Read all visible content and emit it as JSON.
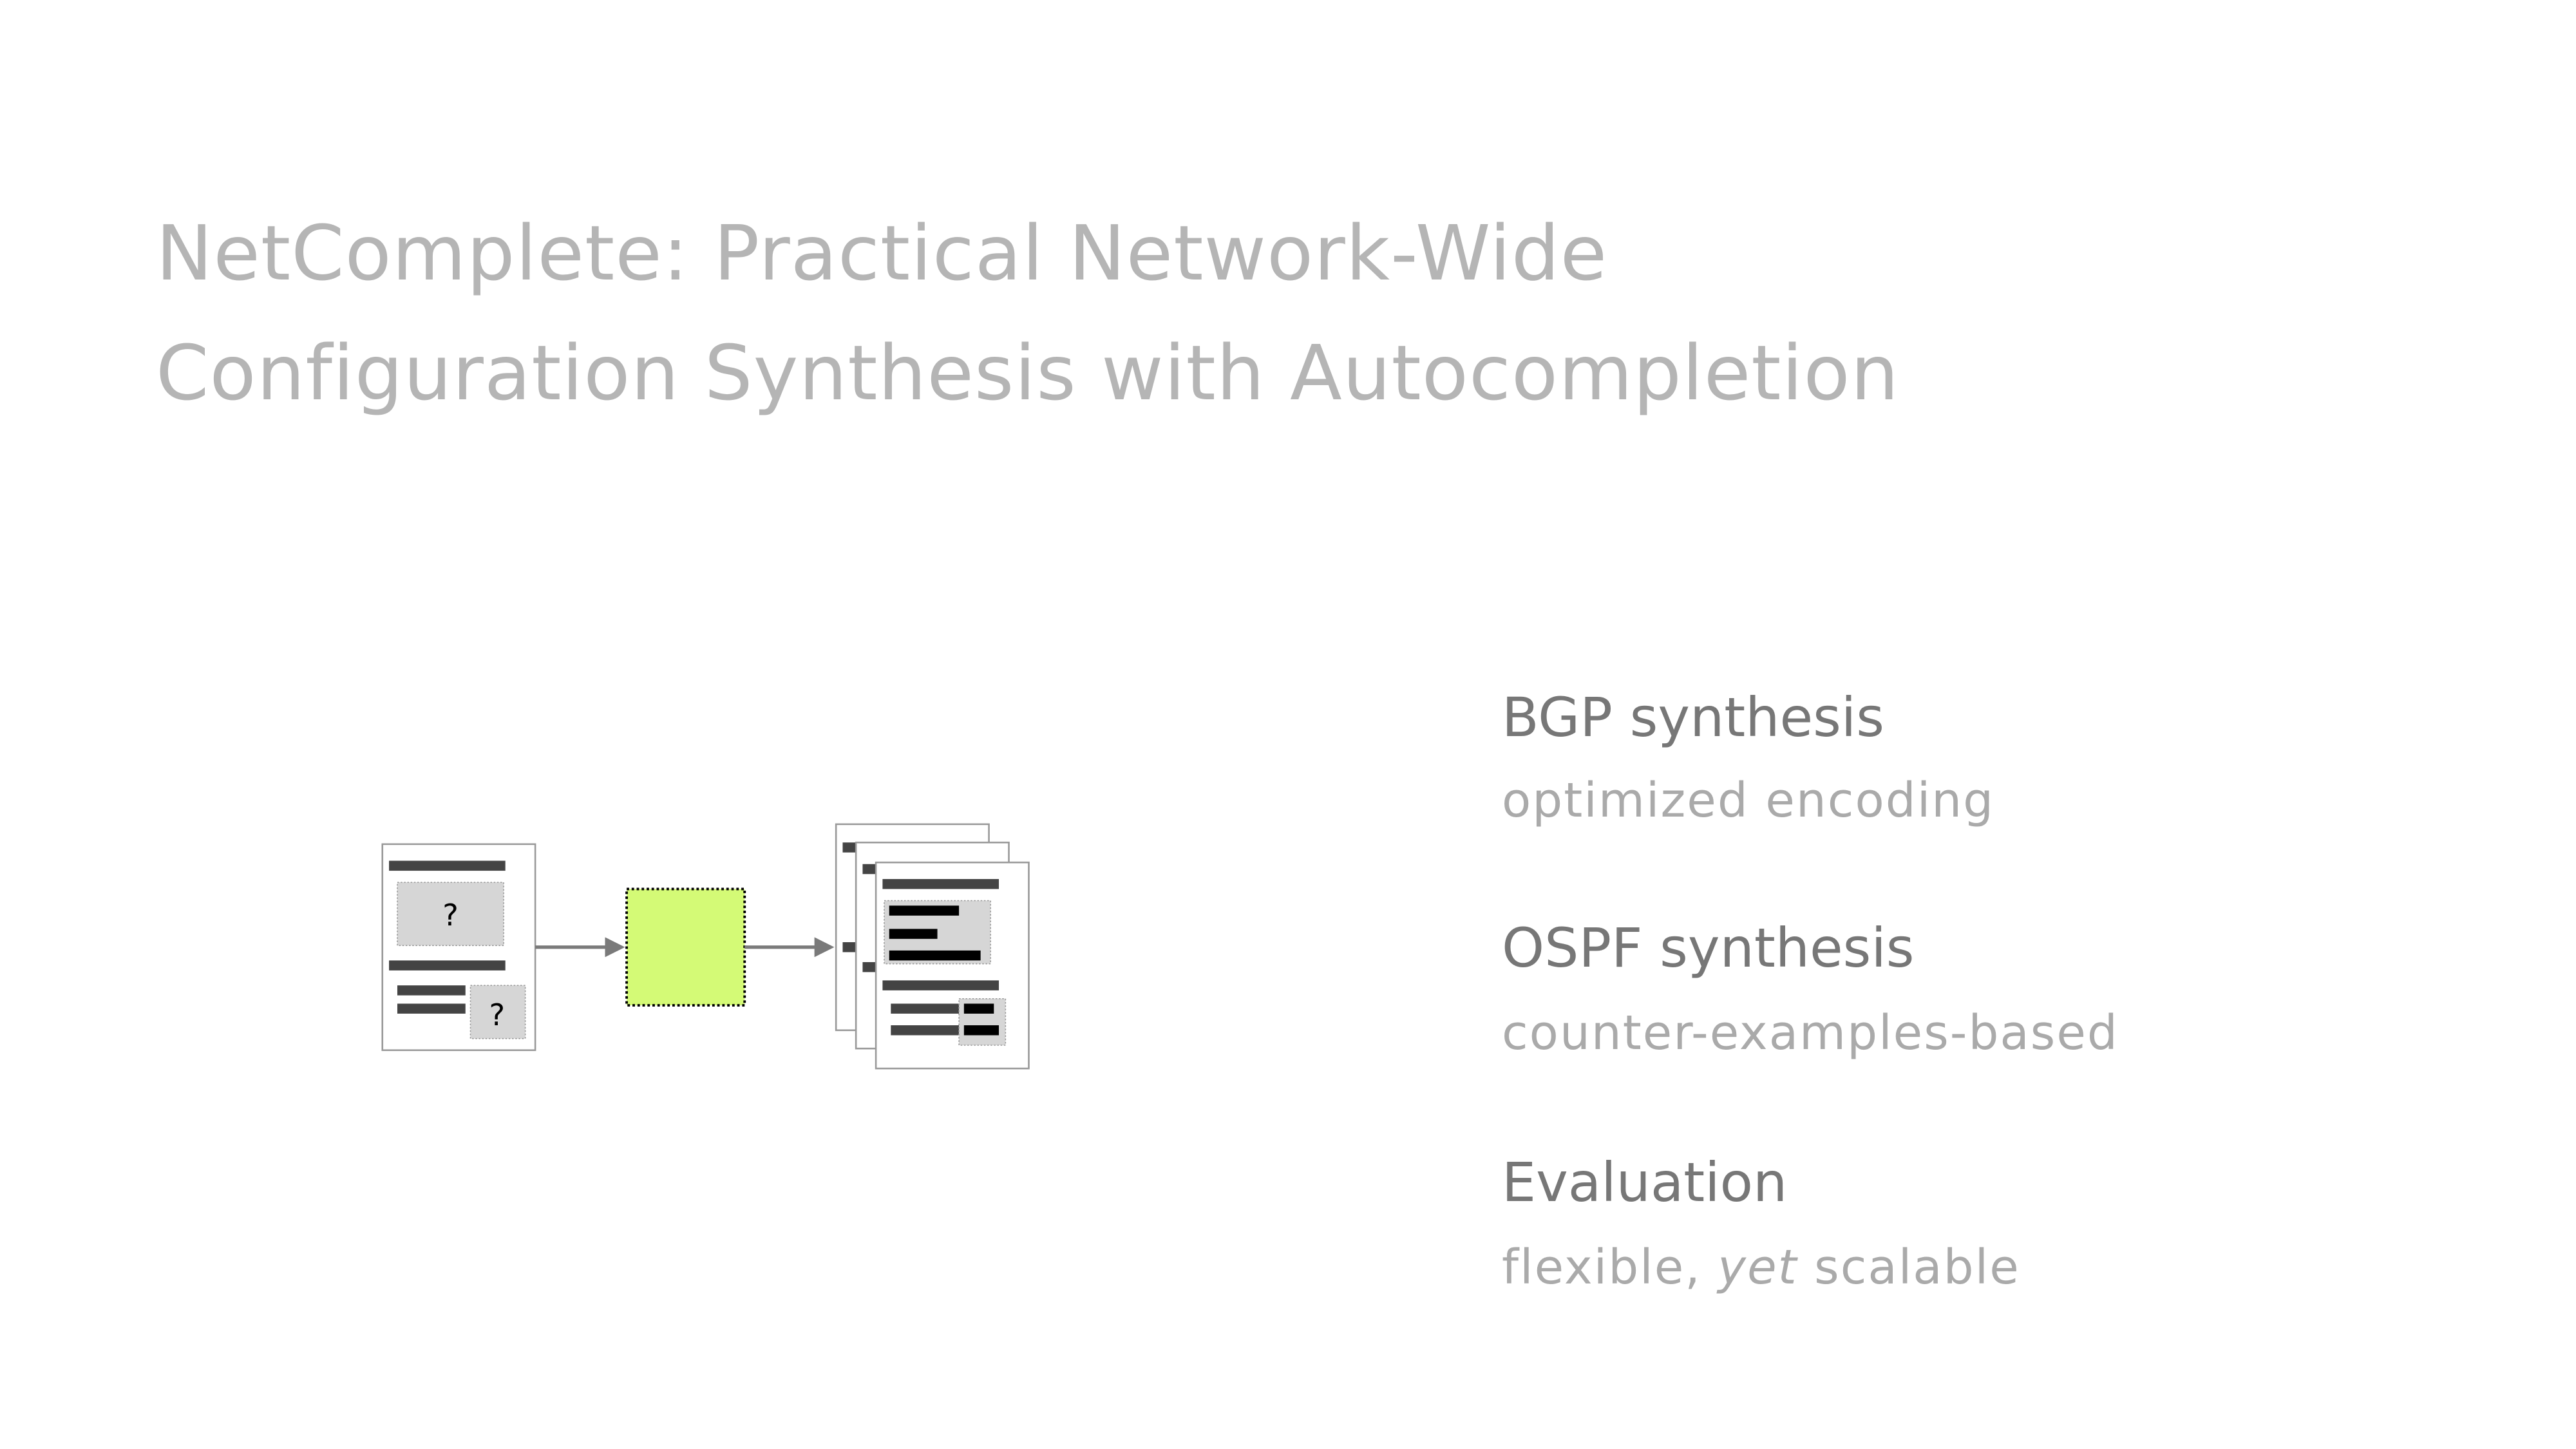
{
  "title": {
    "line1": "NetComplete: Practical Network-Wide",
    "line2": "Configuration Synthesis with Autocompletion"
  },
  "diagram": {
    "unknown_marker": "?",
    "colors": {
      "synthesizer": "#d4fa76",
      "hole": "#d6d6d6",
      "bar": "#444444",
      "filled": "#000000",
      "arrow": "#7a7a7a"
    }
  },
  "outline": [
    {
      "heading": "BGP synthesis",
      "subtitle": "optimized encoding"
    },
    {
      "heading": "OSPF synthesis",
      "subtitle": "counter-examples-based"
    },
    {
      "heading": "Evaluation",
      "subtitle_pre": "flexible, ",
      "subtitle_em": "yet",
      "subtitle_post": " scalable"
    }
  ]
}
